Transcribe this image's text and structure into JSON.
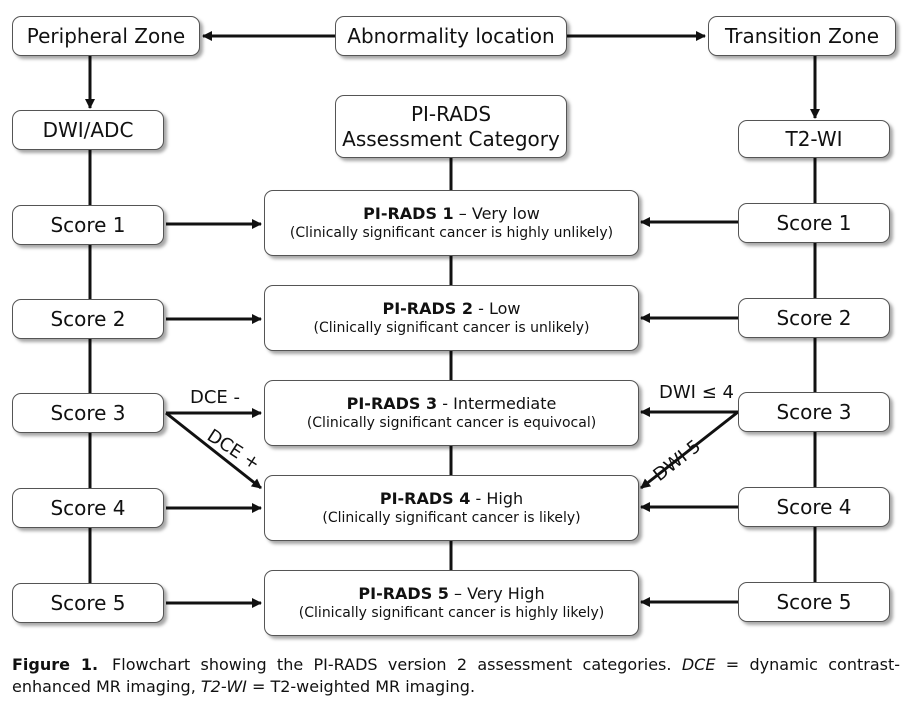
{
  "header": {
    "peripheral": "Peripheral Zone",
    "location": "Abnormality location",
    "transition": "Transition Zone"
  },
  "left_method": "DWI/ADC",
  "right_method": "T2-WI",
  "center_heading": [
    "PI-RADS",
    "Assessment Category"
  ],
  "left_scores": [
    "Score 1",
    "Score 2",
    "Score 3",
    "Score 4",
    "Score 5"
  ],
  "right_scores": [
    "Score 1",
    "Score 2",
    "Score 3",
    "Score 4",
    "Score 5"
  ],
  "categories": [
    {
      "code": "PI-RADS 1",
      "sep": "–",
      "level": "Very low",
      "note": "(Clinically significant cancer is highly unlikely)"
    },
    {
      "code": "PI-RADS 2",
      "sep": "-",
      "level": "Low",
      "note": "(Clinically significant cancer is unlikely)"
    },
    {
      "code": "PI-RADS 3",
      "sep": "-",
      "level": "Intermediate",
      "note": "(Clinically significant cancer is equivocal)"
    },
    {
      "code": "PI-RADS 4",
      "sep": "-",
      "level": "High",
      "note": "(Clinically significant cancer is likely)"
    },
    {
      "code": "PI-RADS 5",
      "sep": "–",
      "level": "Very High",
      "note": "(Clinically significant cancer is highly likely)"
    }
  ],
  "edge_labels": {
    "dce_minus": "DCE -",
    "dce_plus": "DCE +",
    "dwi_le4": "DWI ≤ 4",
    "dwi5": "DWI 5"
  },
  "caption": {
    "figure": "Figure 1.",
    "text_1": "Flowchart showing the PI-RADS version 2 assessment categories. ",
    "term_1": "DCE",
    "text_2": " = dynamic contrast-enhanced MR imaging, ",
    "term_2": "T2-WI",
    "text_3": " = T2-weighted MR imaging."
  }
}
